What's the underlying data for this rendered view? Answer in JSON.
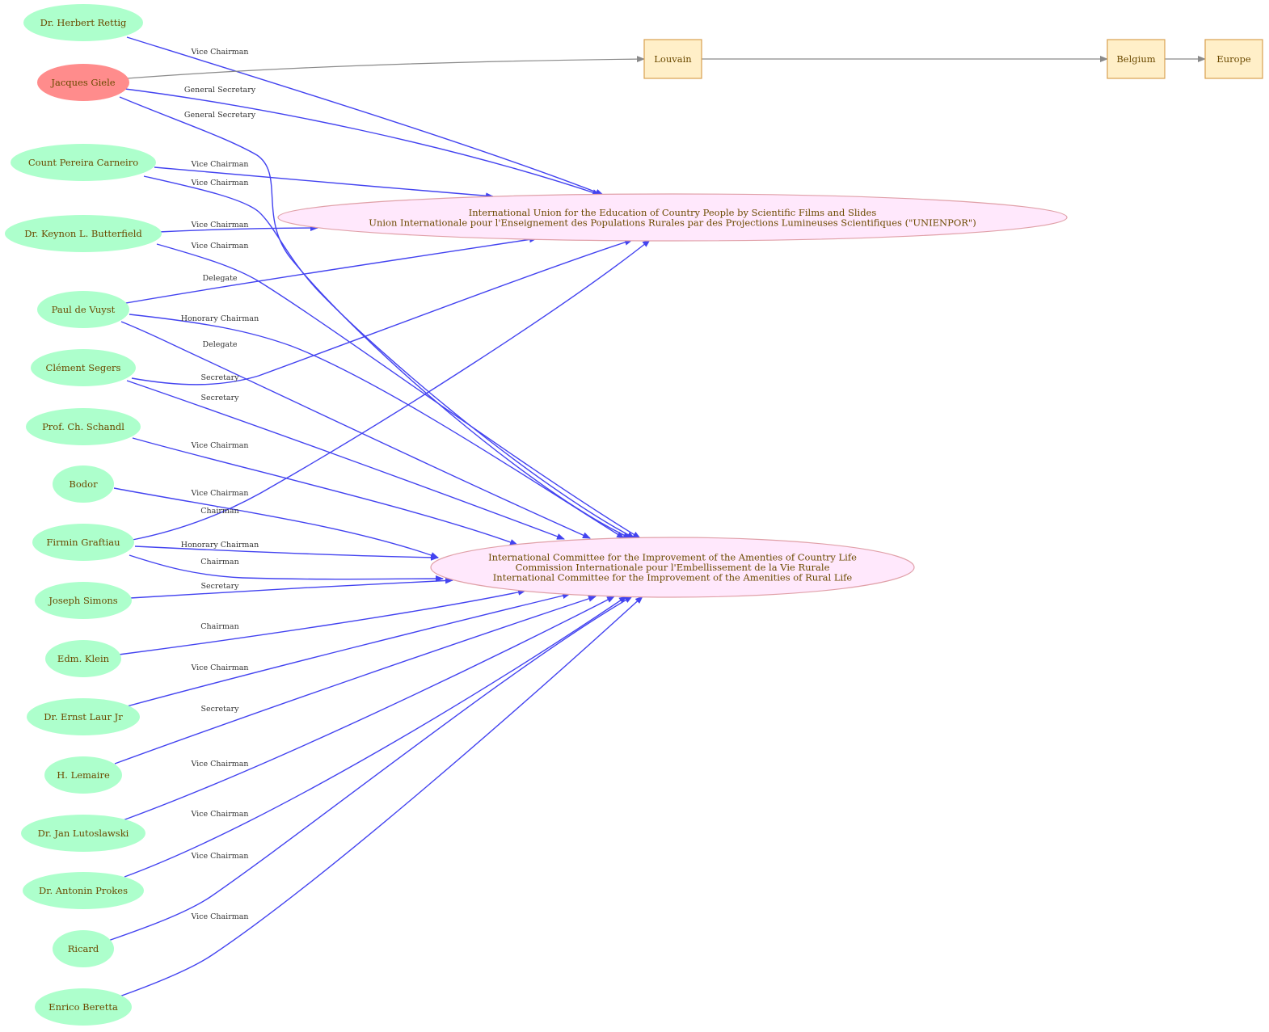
{
  "colors": {
    "person_fill": "#adffcc",
    "highlight_fill": "#ff8c8c",
    "org_fill": "#ffe8fc",
    "org_stroke": "#e0a0a8",
    "place_fill": "#ffefc8",
    "place_stroke": "#d8a050",
    "membership_edge": "#4343f0",
    "location_edge": "#8a8a8a",
    "node_text": "#6b4a00",
    "edge_text": "#333333"
  },
  "people": [
    {
      "id": "rettig",
      "label": "Dr. Herbert Rettig",
      "highlight": false
    },
    {
      "id": "giele",
      "label": "Jacques Giele",
      "highlight": true
    },
    {
      "id": "carneiro",
      "label": "Count Pereira Carneiro",
      "highlight": false
    },
    {
      "id": "butterfield",
      "label": "Dr. Keynon L. Butterfield",
      "highlight": false
    },
    {
      "id": "vuyst",
      "label": "Paul de Vuyst",
      "highlight": false
    },
    {
      "id": "segers",
      "label": "Clément Segers",
      "highlight": false
    },
    {
      "id": "schandl",
      "label": "Prof. Ch. Schandl",
      "highlight": false
    },
    {
      "id": "bodor",
      "label": "Bodor",
      "highlight": false
    },
    {
      "id": "graftiau",
      "label": "Firmin Graftiau",
      "highlight": false
    },
    {
      "id": "simons",
      "label": "Joseph Simons",
      "highlight": false
    },
    {
      "id": "klein",
      "label": "Edm. Klein",
      "highlight": false
    },
    {
      "id": "laur",
      "label": "Dr. Ernst  Laur Jr",
      "highlight": false
    },
    {
      "id": "lemaire",
      "label": "H. Lemaire",
      "highlight": false
    },
    {
      "id": "lutoslawski",
      "label": "Dr. Jan Lutoslawski",
      "highlight": false
    },
    {
      "id": "prokes",
      "label": "Dr. Antonin Prokes",
      "highlight": false
    },
    {
      "id": "ricard",
      "label": "Ricard",
      "highlight": false
    },
    {
      "id": "beretta",
      "label": "Enrico Beretta",
      "highlight": false
    }
  ],
  "organizations": [
    {
      "id": "unienpor",
      "lines": [
        "International Union for the Education of Country People by Scientific Films and Slides",
        "Union Internationale pour l'Enseignement des Populations Rurales par des Projections Lumineuses Scientifiques (\"UNIENPOR\")"
      ]
    },
    {
      "id": "cievr",
      "lines": [
        "International Committee for the Improvement of the Amenties of Country Life",
        "Commission Internationale pour l'Embellissement de la Vie Rurale",
        "International Committee for the Improvement of the Amenities of Rural Life"
      ]
    }
  ],
  "places": [
    {
      "id": "louvain",
      "label": "Louvain"
    },
    {
      "id": "belgium",
      "label": "Belgium"
    },
    {
      "id": "europe",
      "label": "Europe"
    }
  ],
  "edges": [
    {
      "id": "e1",
      "from": "rettig",
      "to": "unienpor",
      "label": "Vice Chairman"
    },
    {
      "id": "e2",
      "from": "giele",
      "to": "unienpor",
      "label": "General Secretary"
    },
    {
      "id": "e3",
      "from": "giele",
      "to": "cievr",
      "label": "General Secretary"
    },
    {
      "id": "e4",
      "from": "carneiro",
      "to": "unienpor",
      "label": "Vice Chairman"
    },
    {
      "id": "e5",
      "from": "carneiro",
      "to": "cievr",
      "label": "Vice Chairman"
    },
    {
      "id": "e6",
      "from": "butterfield",
      "to": "unienpor",
      "label": "Vice Chairman"
    },
    {
      "id": "e7",
      "from": "butterfield",
      "to": "cievr",
      "label": "Vice Chairman"
    },
    {
      "id": "e8",
      "from": "vuyst",
      "to": "unienpor",
      "label": "Delegate"
    },
    {
      "id": "e9",
      "from": "vuyst",
      "to": "cievr",
      "label": "Honorary Chairman"
    },
    {
      "id": "e10",
      "from": "vuyst",
      "to": "cievr",
      "label": "Delegate"
    },
    {
      "id": "e11",
      "from": "segers",
      "to": "unienpor",
      "label": "Secretary"
    },
    {
      "id": "e12",
      "from": "segers",
      "to": "cievr",
      "label": "Secretary"
    },
    {
      "id": "e13",
      "from": "schandl",
      "to": "cievr",
      "label": "Vice Chairman"
    },
    {
      "id": "e14",
      "from": "bodor",
      "to": "cievr",
      "label": "Vice Chairman"
    },
    {
      "id": "e15",
      "from": "graftiau",
      "to": "unienpor",
      "label": "Chairman"
    },
    {
      "id": "e16",
      "from": "graftiau",
      "to": "cievr",
      "label": "Honorary Chairman"
    },
    {
      "id": "e17",
      "from": "graftiau",
      "to": "cievr",
      "label": "Chairman"
    },
    {
      "id": "e18",
      "from": "simons",
      "to": "cievr",
      "label": "Secretary"
    },
    {
      "id": "e19",
      "from": "klein",
      "to": "cievr",
      "label": "Chairman"
    },
    {
      "id": "e20",
      "from": "laur",
      "to": "cievr",
      "label": "Vice Chairman"
    },
    {
      "id": "e21",
      "from": "lemaire",
      "to": "cievr",
      "label": "Secretary"
    },
    {
      "id": "e22",
      "from": "lutoslawski",
      "to": "cievr",
      "label": "Vice Chairman"
    },
    {
      "id": "e23",
      "from": "prokes",
      "to": "cievr",
      "label": "Vice Chairman"
    },
    {
      "id": "e24",
      "from": "ricard",
      "to": "cievr",
      "label": "Vice Chairman"
    },
    {
      "id": "e25",
      "from": "beretta",
      "to": "cievr",
      "label": "Vice Chairman"
    },
    {
      "id": "l1",
      "from": "giele",
      "to": "louvain",
      "label": ""
    },
    {
      "id": "l2",
      "from": "louvain",
      "to": "belgium",
      "label": ""
    },
    {
      "id": "l3",
      "from": "belgium",
      "to": "europe",
      "label": ""
    }
  ]
}
